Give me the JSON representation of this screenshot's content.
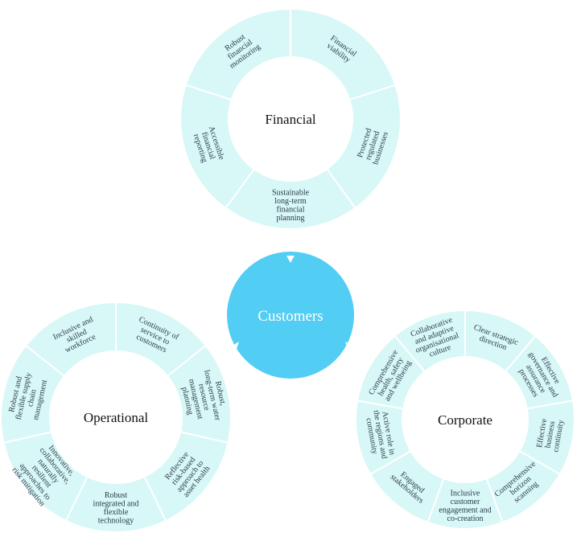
{
  "hub": {
    "label": "Customers"
  },
  "rings": [
    {
      "id": "financial",
      "label": "Financial",
      "segments": [
        "Financial viability",
        "Protected regulated businesses",
        "Sustainable long-term financial planning",
        "Accessible financial reporting",
        "Robust financial monitoring"
      ]
    },
    {
      "id": "operational",
      "label": "Operational",
      "segments": [
        "Continuity of service to customers",
        "Robust, long-term water resource management planning",
        "Reflective risk-based approach to asset health",
        "Robust integrated and flexible technology",
        "Innovative, collaborative, naturally resilient approaches to risk mitigation",
        "Robust and flexible supply chain management",
        "Inclusive and skilled workforce"
      ]
    },
    {
      "id": "corporate",
      "label": "Corporate",
      "segments": [
        "Clear strategic direction",
        "Effective governance and assurance processes",
        "Effective business continuity",
        "Comprehensive horizon scanning",
        "Inclusive customer engagement and co-creation",
        "Engaged stakeholders",
        "Active role in the regions and community",
        "Comprehensive health, safety and wellbeing",
        "Collaborative and adaptive organisational culture"
      ]
    }
  ],
  "colors": {
    "ring": "#d8f7f7",
    "hub": "#52cdf3",
    "text": "#2a3b48"
  }
}
